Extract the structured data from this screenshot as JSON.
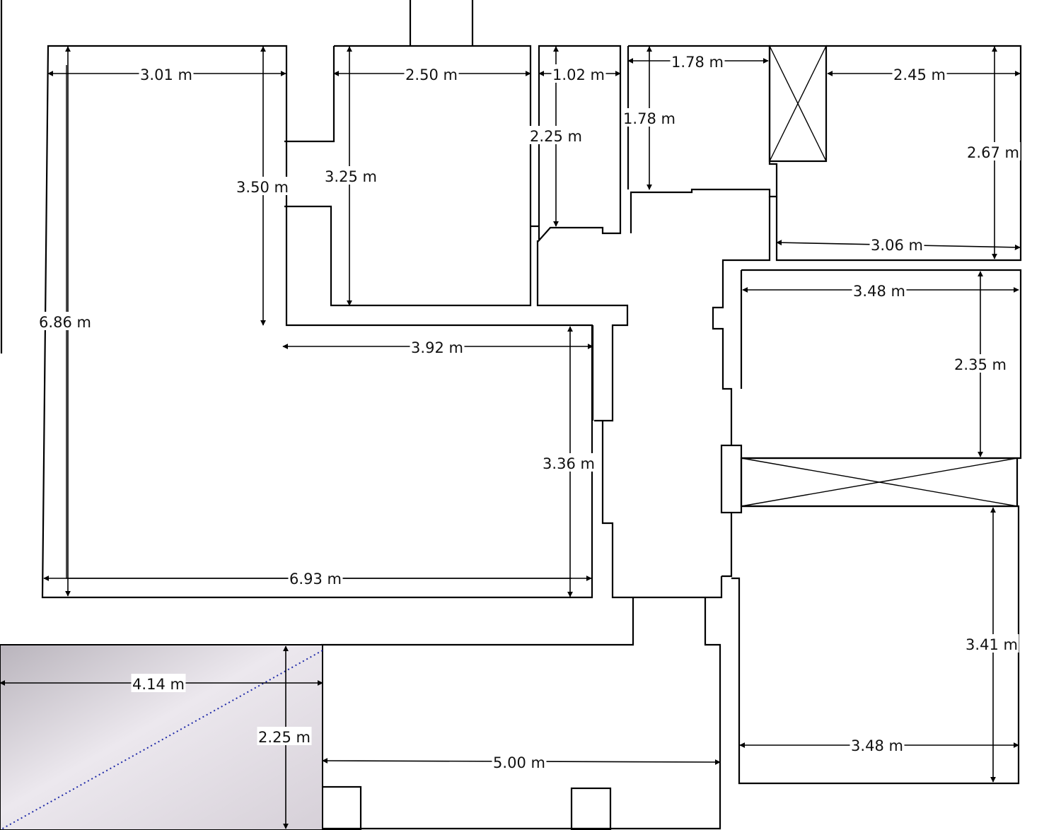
{
  "dimensions": [
    "3.01 m",
    "2.50 m",
    "1.02 m",
    "1.78 m",
    "2.45 m",
    "2.25 m",
    "1.78 m",
    "2.67 m",
    "3.50 m",
    "3.25 m",
    "3.06 m",
    "3.48 m",
    "6.86 m",
    "3.92 m",
    "2.35 m",
    "3.36 m",
    "6.93 m",
    "3.41 m",
    "4.14 m",
    "2.25 m",
    "5.00 m",
    "3.48 m"
  ],
  "colors": {
    "wall": "#000000",
    "overlay": "#d2ccd4",
    "dotted_line": "#1f2aa8"
  }
}
